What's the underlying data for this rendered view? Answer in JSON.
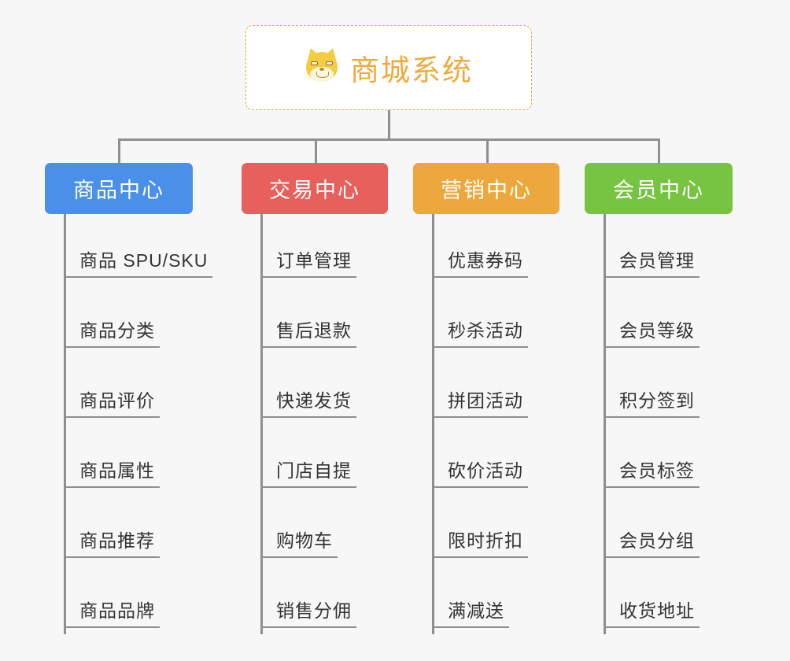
{
  "page": {
    "background_color": "#f7f7f7",
    "title": "商城系统 功能架构图"
  },
  "root": {
    "title": "商城系统",
    "icon": "shiba-dog-face",
    "emoji": "🐶",
    "border_color": "#e7a83d",
    "text_color": "#eeab3b",
    "background_color": "#ffffff"
  },
  "connector": {
    "color": "#8f8f8f"
  },
  "branches": [
    {
      "label": "商品中心",
      "color": "#4a90e8",
      "items": [
        "商品 SPU/SKU",
        "商品分类",
        "商品评价",
        "商品属性",
        "商品推荐",
        "商品品牌"
      ]
    },
    {
      "label": "交易中心",
      "color": "#e8605c",
      "items": [
        "订单管理",
        "售后退款",
        "快递发货",
        "门店自提",
        "购物车",
        "销售分佣"
      ]
    },
    {
      "label": "营销中心",
      "color": "#eca83c",
      "items": [
        "优惠券码",
        "秒杀活动",
        "拼团活动",
        "砍价活动",
        "限时折扣",
        "满减送"
      ]
    },
    {
      "label": "会员中心",
      "color": "#76c442",
      "items": [
        "会员管理",
        "会员等级",
        "积分签到",
        "会员标签",
        "会员分组",
        "收货地址"
      ]
    }
  ]
}
